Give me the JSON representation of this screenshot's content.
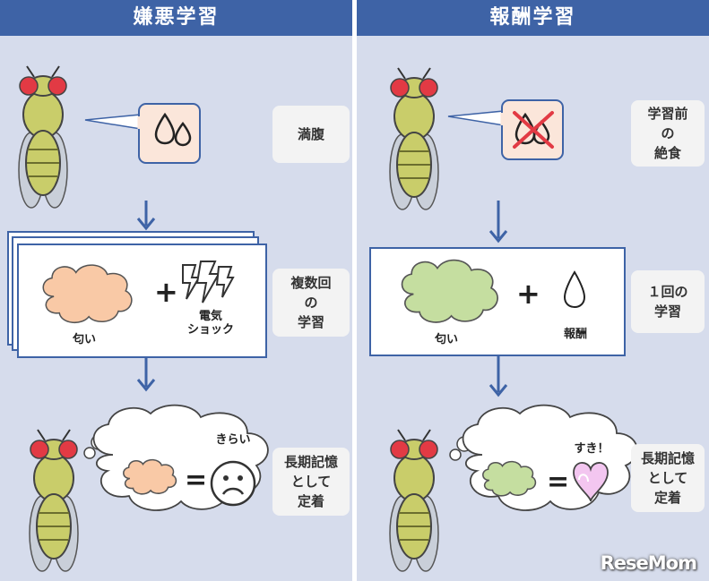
{
  "left": {
    "title": "嫌悪学習",
    "state_label": "満腹",
    "training_label": "複数回\nの\n学習",
    "memory_label": "長期記憶\nとして\n定着",
    "odor_label": "匂い",
    "stimulus_label": "電気\nショック",
    "feeling_label": "きらい"
  },
  "right": {
    "title": "報酬学習",
    "state_label": "学習前\nの\n絶食",
    "training_label": "１回の\n学習",
    "memory_label": "長期記憶\nとして\n定着",
    "odor_label": "匂い",
    "stimulus_label": "報酬",
    "feeling_label": "すき！"
  },
  "symbols": {
    "plus": "+",
    "equals": "="
  },
  "watermark": "ReseMom",
  "colors": {
    "header": "#3e63a6",
    "panel": "#d6dcec",
    "aversive_odor": "#f9c9a6",
    "reward_odor": "#c5dea0",
    "heart": "#f3c6f0",
    "fly_body": "#c9cd6a",
    "fly_eye": "#e23a44"
  },
  "icons": [
    "fly-icon",
    "water-drops-icon",
    "no-food-icon",
    "down-arrow-icon",
    "odor-cloud-icon",
    "lightning-icon",
    "droplet-icon",
    "thought-bubble-icon",
    "sad-face-icon",
    "heart-icon"
  ]
}
